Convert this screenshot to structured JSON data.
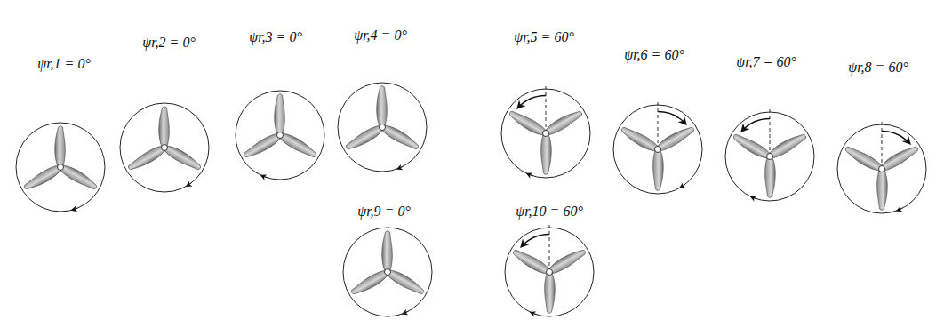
{
  "diagram": {
    "labels": [
      "ψr,1 = 0°",
      "ψr,2 = 0°",
      "ψr,3 = 0°",
      "ψr,4 = 0°",
      "ψr,5 = 60°",
      "ψr,6 = 60°",
      "ψr,7 = 60°",
      "ψr,8 = 60°",
      "ψr,9 = 0°",
      "ψr,10 = 60°"
    ]
  }
}
